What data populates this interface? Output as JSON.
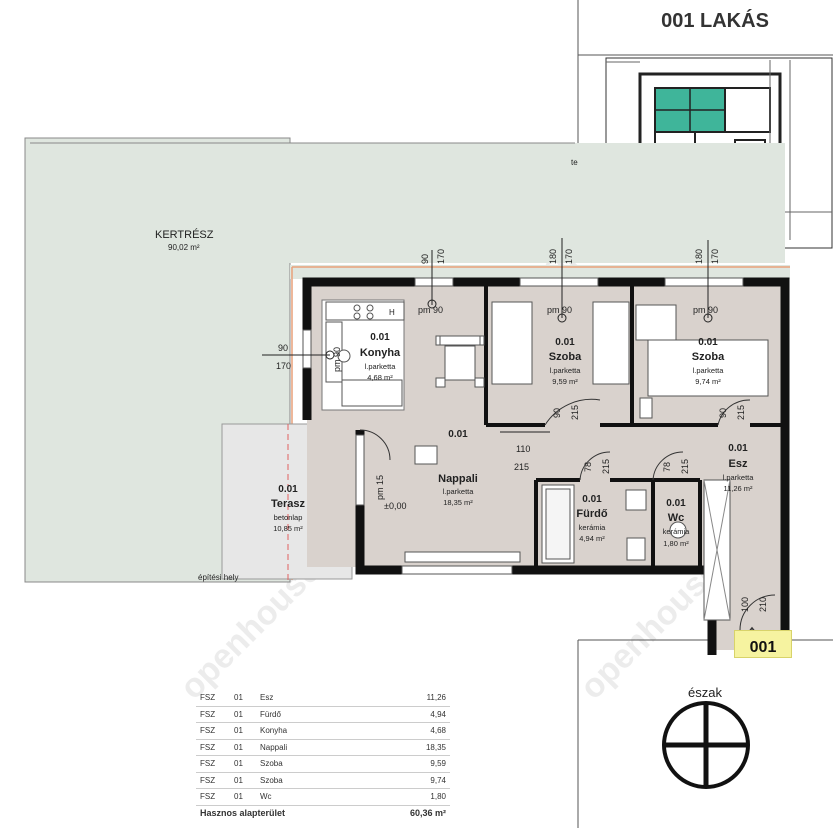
{
  "title": "001 LAKÁS",
  "unit_tag": "001",
  "compass_label": "észak",
  "watermark": "openhouse",
  "garden": {
    "name": "KERTRÉSZ",
    "area": "90,02 m²"
  },
  "margin_letter": "te",
  "building_limit": "építési hely",
  "level_mark": "±0,00",
  "rooms": [
    {
      "id": "konyha",
      "num": "0.01",
      "name": "Konyha",
      "floor": "l.parketta",
      "area": "4,68 m²"
    },
    {
      "id": "szoba1",
      "num": "0.01",
      "name": "Szoba",
      "floor": "l.parketta",
      "area": "9,59 m²"
    },
    {
      "id": "szoba2",
      "num": "0.01",
      "name": "Szoba",
      "floor": "l.parketta",
      "area": "9,74 m²"
    },
    {
      "id": "nappali",
      "num": "0.01",
      "name": "Nappali",
      "floor": "l.parketta",
      "area": "18,35 m²"
    },
    {
      "id": "eszd",
      "num": "0.01",
      "name": "Esz",
      "floor": "l.parketta",
      "area": "11,26 m²"
    },
    {
      "id": "furdo",
      "num": "0.01",
      "name": "Fürdő",
      "floor": "kerámia",
      "area": "4,94 m²"
    },
    {
      "id": "wc",
      "num": "0.01",
      "name": "Wc",
      "floor": "kerámia",
      "area": "1,80 m²"
    },
    {
      "id": "terasz",
      "num": "0.01",
      "name": "Terasz",
      "floor": "betonlap",
      "area": "10,85 m²"
    }
  ],
  "dims": {
    "d90": "90",
    "d170": "170",
    "d180": "180",
    "d215": "215",
    "d110": "110",
    "d78": "78",
    "d100": "100",
    "d210": "210",
    "pm90": "pm 90",
    "pm15": "pm 15",
    "hob": "H"
  },
  "area_table": {
    "rows": [
      {
        "lvl": "FSZ",
        "unit": "01",
        "room": "Esz",
        "area": "11,26"
      },
      {
        "lvl": "FSZ",
        "unit": "01",
        "room": "Fürdő",
        "area": "4,94"
      },
      {
        "lvl": "FSZ",
        "unit": "01",
        "room": "Konyha",
        "area": "4,68"
      },
      {
        "lvl": "FSZ",
        "unit": "01",
        "room": "Nappali",
        "area": "18,35"
      },
      {
        "lvl": "FSZ",
        "unit": "01",
        "room": "Szoba",
        "area": "9,59"
      },
      {
        "lvl": "FSZ",
        "unit": "01",
        "room": "Szoba",
        "area": "9,74"
      },
      {
        "lvl": "FSZ",
        "unit": "01",
        "room": "Wc",
        "area": "1,80"
      }
    ],
    "total_label": "Hasznos alapterület",
    "total_value": "60,36 m²"
  },
  "colors": {
    "garden": "#dfe6df",
    "floor": "#d9d2cd",
    "terrace": "#e7e7e7",
    "wall": "#111111",
    "highlight": "#3fb59a",
    "tag": "#f6f3a0"
  }
}
